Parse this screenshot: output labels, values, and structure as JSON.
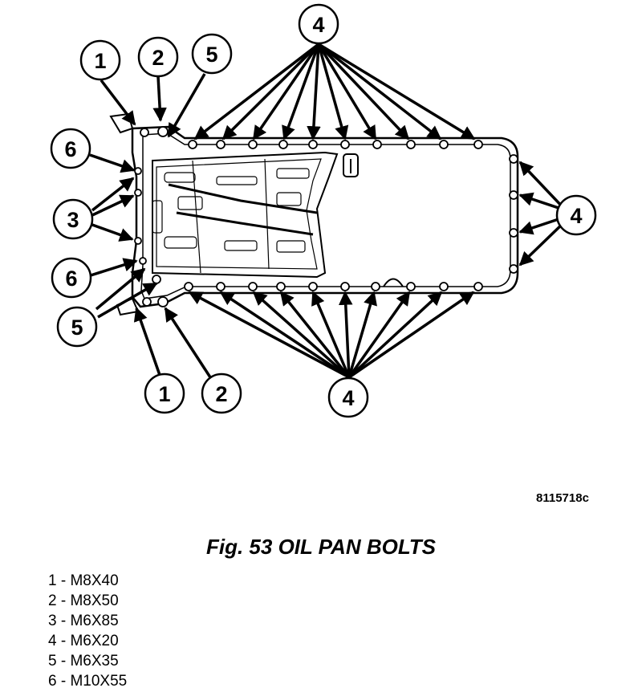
{
  "figure_id": "8115718c",
  "caption": "Fig. 53 OIL PAN BOLTS",
  "callouts": {
    "c1_top": "1",
    "c2_top": "2",
    "c5_top": "5",
    "c4_top": "4",
    "c6_upper": "6",
    "c3_left": "3",
    "c6_lower": "6",
    "c5_lower": "5",
    "c4_right": "4",
    "c1_bottom": "1",
    "c2_bottom": "2",
    "c4_bottom": "4"
  },
  "legend": [
    "1 - M8X40",
    "2 - M8X50",
    "3 - M6X85",
    "4 - M6X20",
    "5 - M6X35",
    "6 - M10X55"
  ]
}
